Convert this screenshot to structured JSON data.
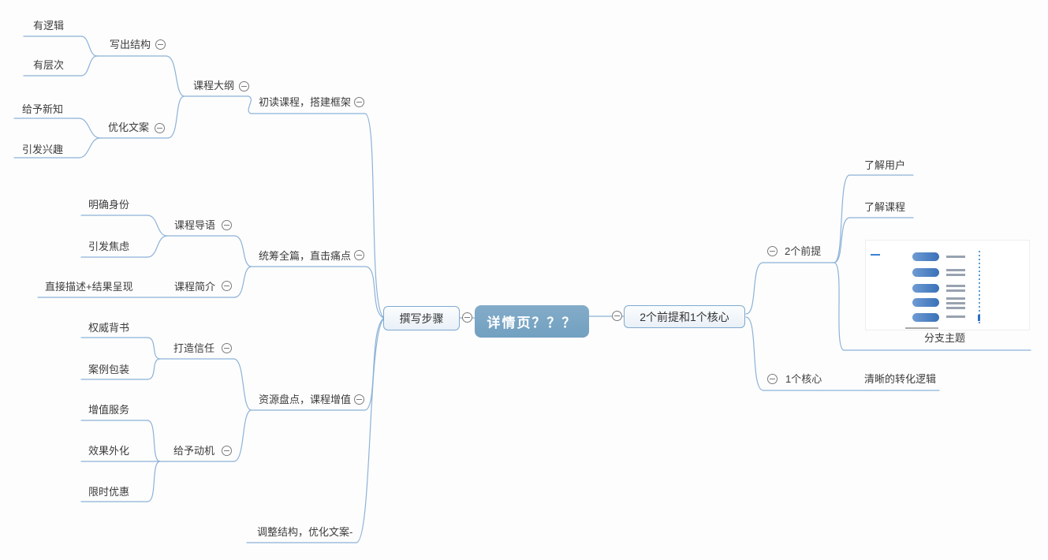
{
  "app": {
    "type": "mindmap-canvas"
  },
  "palette": {
    "line": "#8db2d8",
    "text": "#3c3c3c",
    "root_bg": "#7aa5c4",
    "root_text": "#ffffff",
    "box_border": "#7fa9cf",
    "box_bg": "#f3f7fb",
    "collapse_icon_color": "#7a7a7a",
    "thumb_pill": "#3f78c0",
    "thumb_scrollbar": "#4a90d9"
  },
  "icons": {
    "collapse": {
      "name": "circle-minus-icon",
      "glyph": "⊖"
    }
  },
  "tree": {
    "root": {
      "label": "详情页？？？"
    },
    "left": {
      "label": "撰写步骤",
      "children": [
        {
          "label": "初读课程，搭建框架",
          "children": [
            {
              "label": "课程大纲",
              "children": [
                {
                  "label": "写出结构",
                  "children": [
                    {
                      "label": "有逻辑"
                    },
                    {
                      "label": "有层次"
                    }
                  ]
                },
                {
                  "label": "优化文案",
                  "children": [
                    {
                      "label": "给予新知"
                    },
                    {
                      "label": "引发兴趣"
                    }
                  ]
                }
              ]
            }
          ]
        },
        {
          "label": "统筹全篇，直击痛点",
          "children": [
            {
              "label": "课程导语",
              "children": [
                {
                  "label": "明确身份"
                },
                {
                  "label": "引发焦虑"
                }
              ]
            },
            {
              "label": "课程简介",
              "children": [
                {
                  "label": "直接描述+结果呈现"
                }
              ]
            }
          ]
        },
        {
          "label": "资源盘点，课程增值",
          "children": [
            {
              "label": "打造信任",
              "children": [
                {
                  "label": "权威背书"
                },
                {
                  "label": "案例包装"
                }
              ]
            },
            {
              "label": "给予动机",
              "children": [
                {
                  "label": "增值服务"
                },
                {
                  "label": "效果外化"
                },
                {
                  "label": "限时优惠"
                }
              ]
            }
          ]
        },
        {
          "label": "调整结构，优化文案-"
        }
      ]
    },
    "right": {
      "label": "2个前提和1个核心",
      "children": [
        {
          "label": "2个前提",
          "children": [
            {
              "label": "了解用户"
            },
            {
              "label": "了解课程"
            },
            {
              "label": "分支主题",
              "thumbnail": {
                "pill_rows": 5
              }
            }
          ]
        },
        {
          "label": "1个核心",
          "children": [
            {
              "label": "清晰的转化逻辑"
            }
          ]
        }
      ]
    }
  }
}
